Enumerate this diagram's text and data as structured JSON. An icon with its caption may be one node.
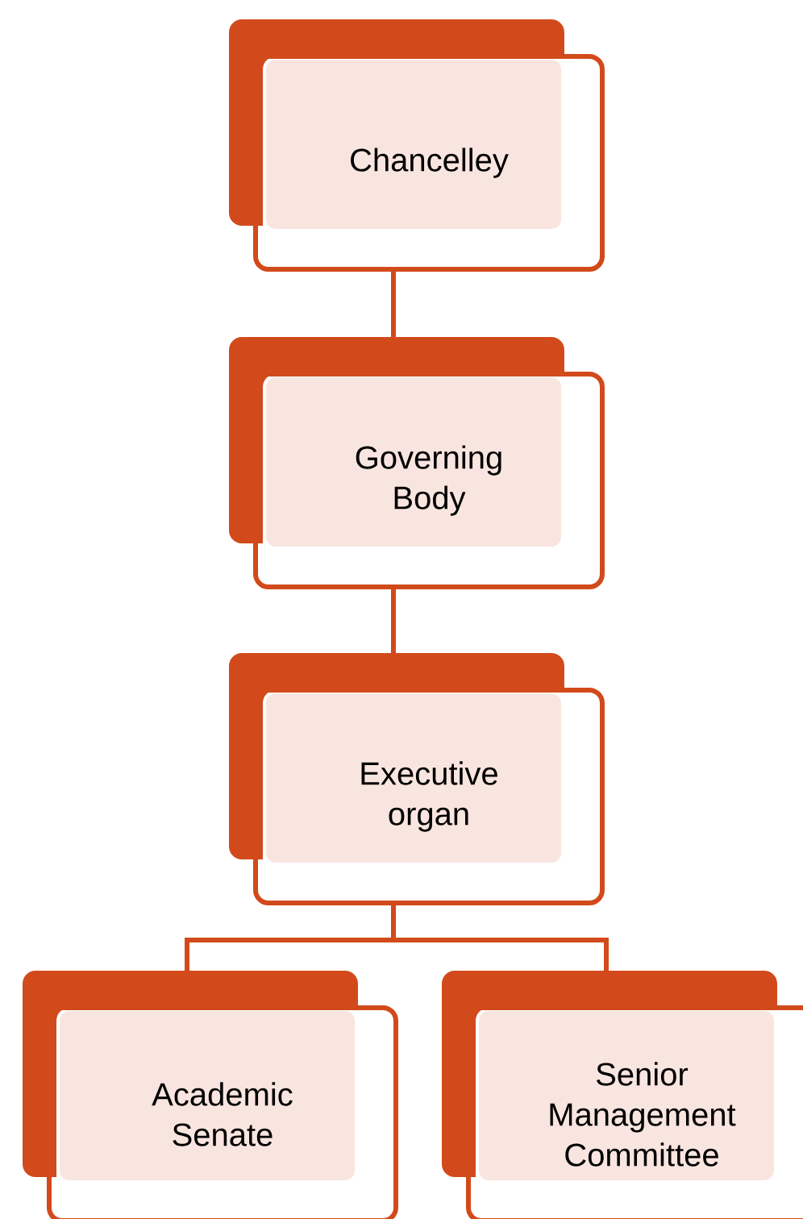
{
  "diagram": {
    "nodes": [
      {
        "text": [
          "Chancelley"
        ]
      },
      {
        "text": [
          "Governing Body"
        ]
      },
      {
        "text": [
          "Executive organ"
        ]
      },
      {
        "text": [
          "Academic Senate"
        ]
      },
      {
        "text": [
          "Senior Management Committee"
        ]
      }
    ],
    "edges": [
      {
        "from": 0,
        "to": 1,
        "arrow": "none"
      },
      {
        "from": 1,
        "to": 2,
        "arrow": "none"
      },
      {
        "from": 2,
        "to": 3,
        "arrow": "none"
      },
      {
        "from": 2,
        "to": 4,
        "arrow": "none"
      }
    ]
  }
}
